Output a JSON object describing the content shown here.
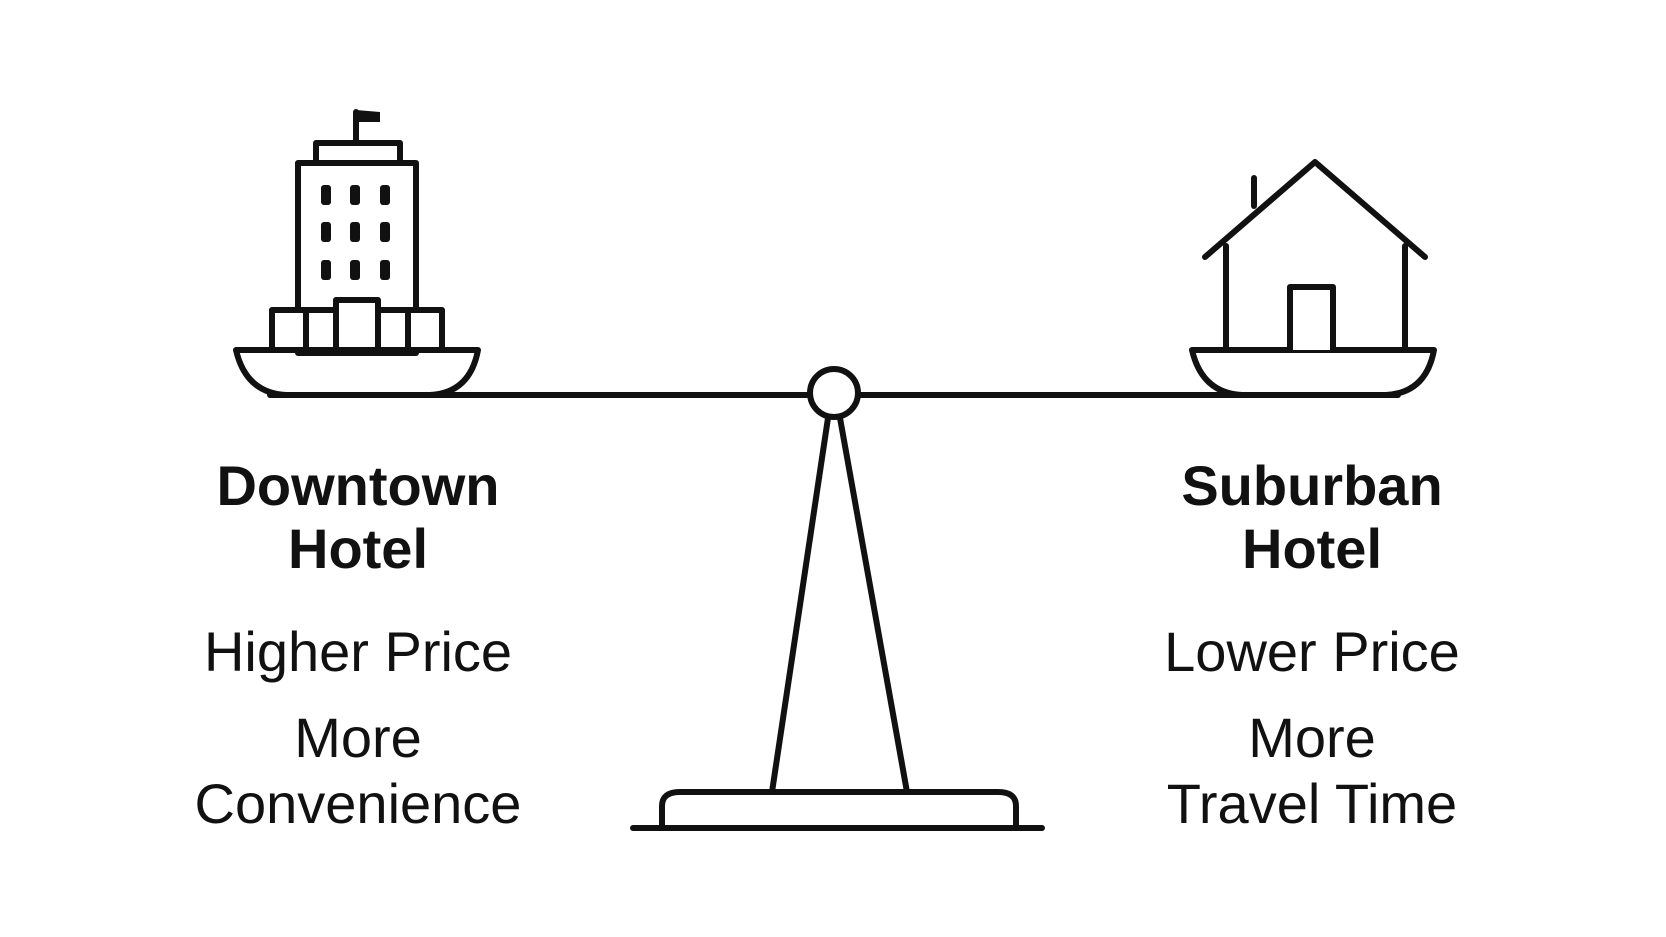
{
  "left_option": {
    "icon": "office-building-icon",
    "title_lines": [
      "Downtown",
      "Hotel"
    ],
    "attributes": [
      {
        "lines": [
          "Higher Price"
        ]
      },
      {
        "lines": [
          "More",
          "Convenience"
        ]
      }
    ]
  },
  "right_option": {
    "icon": "house-icon",
    "title_lines": [
      "Suburban",
      "Hotel"
    ],
    "attributes": [
      {
        "lines": [
          "Lower Price"
        ]
      },
      {
        "lines": [
          "More",
          "Travel Time"
        ]
      }
    ]
  },
  "scale": {
    "icon": "balance-scale-icon"
  },
  "colors": {
    "ink": "#111111",
    "background": "#ffffff"
  }
}
